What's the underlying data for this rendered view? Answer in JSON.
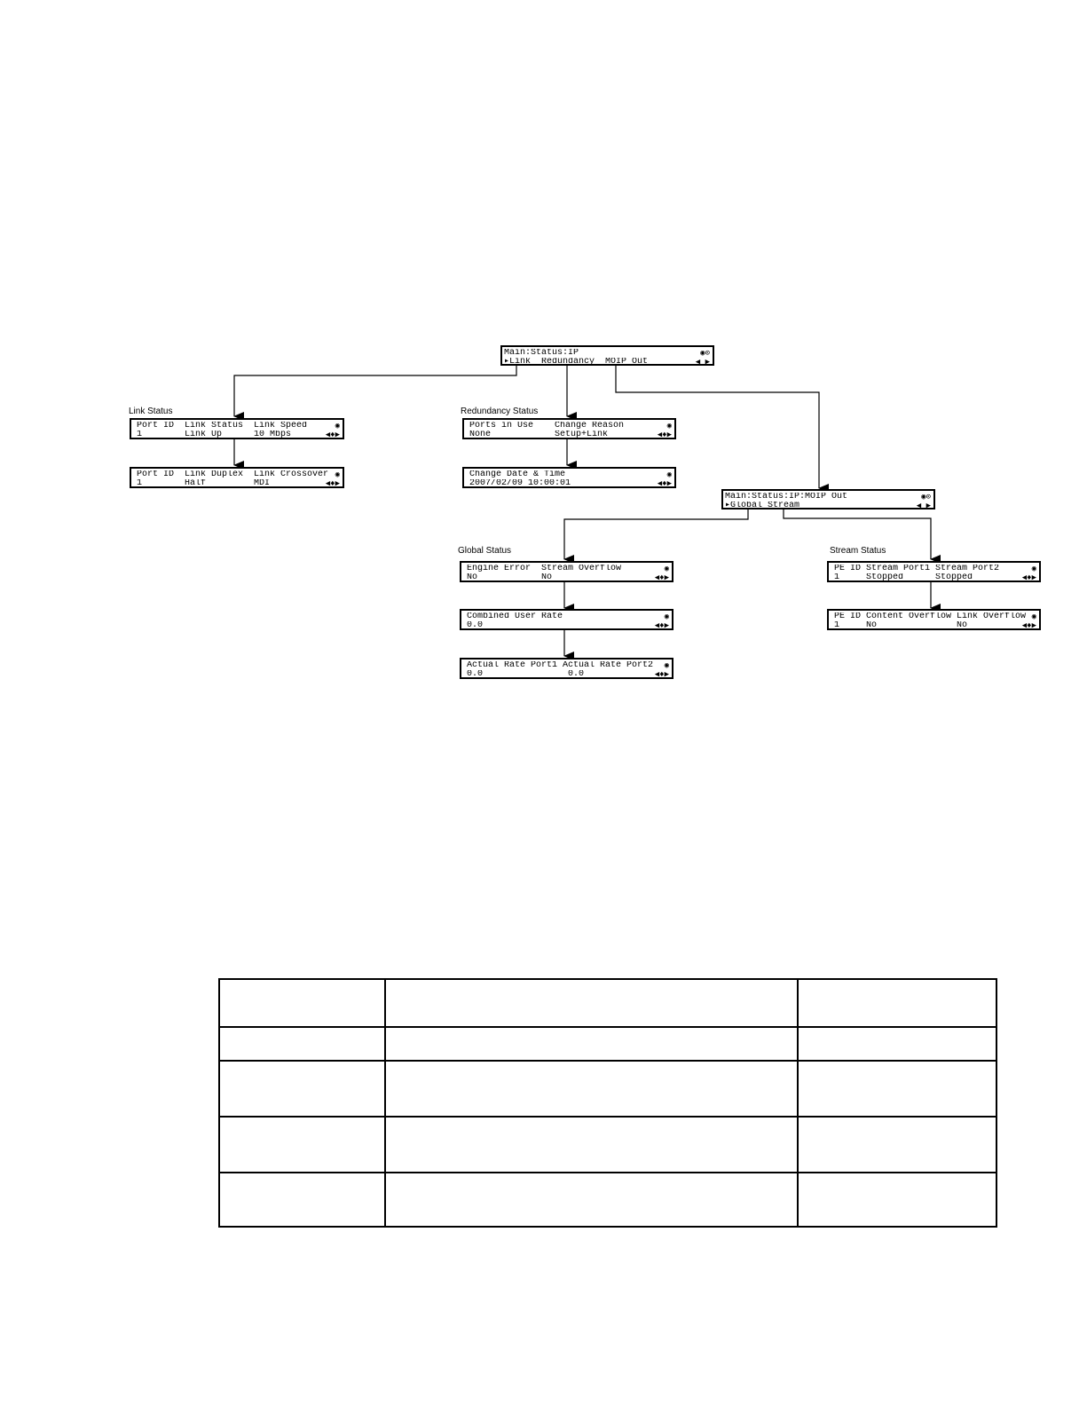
{
  "screens": {
    "main": {
      "line1": "Main:Status:IP",
      "line2": "▸Link  Redundancy  MOIP Out",
      "ind_top": "◉⊙",
      "ind_bottom": "◀ ▶"
    },
    "link1": {
      "line1": "Port ID  Link Status  Link Speed",
      "line2": "1        Link Up      10 Mbps",
      "ind_top": "◉",
      "ind_bottom": "◀♦▶"
    },
    "link2": {
      "line1": "Port ID  Link Duplex  Link Crossover",
      "line2": "1        Half         MDI",
      "ind_top": "◉",
      "ind_bottom": "◀♦▶"
    },
    "red1": {
      "line1": "Ports in Use    Change Reason",
      "line2": "None            Setup+Link",
      "ind_top": "◉",
      "ind_bottom": "◀♦▶"
    },
    "red2": {
      "line1": "Change Date & Time",
      "line2": "2007/02/09 10:00:01",
      "ind_top": "◉",
      "ind_bottom": "◀♦▶"
    },
    "moip": {
      "line1": "Main:Status:IP:MOIP Out",
      "line2": "▸Global Stream",
      "ind_top": "◉⊙",
      "ind_bottom": "◀ ▶"
    },
    "glob1": {
      "line1": "Engine Error  Stream Overflow",
      "line2": "No            No",
      "ind_top": "◉",
      "ind_bottom": "◀♦▶"
    },
    "glob2": {
      "line1": "Combined User Rate",
      "line2": "0.0",
      "ind_top": "◉",
      "ind_bottom": "◀♦▶"
    },
    "glob3": {
      "line1": "Actual Rate Port1 Actual Rate Port2",
      "line2": "0.0                0.0",
      "ind_top": "◉",
      "ind_bottom": "◀♦▶"
    },
    "str1": {
      "line1": "PE ID Stream Port1 Stream Port2",
      "line2": "1     Stopped      Stopped",
      "ind_top": "◉",
      "ind_bottom": "◀♦▶"
    },
    "str2": {
      "line1": "PE ID Content Overflow Link Overflow",
      "line2": "1     No               No",
      "ind_top": "◉",
      "ind_bottom": "◀♦▶"
    }
  },
  "labels": {
    "link_status": "Link Status",
    "redundancy_status": "Redundancy Status",
    "global_status": "Global Status",
    "stream_status": "Stream Status"
  }
}
